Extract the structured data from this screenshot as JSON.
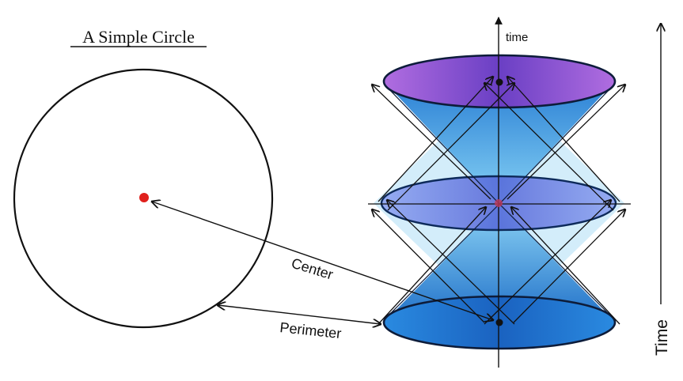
{
  "diagram": {
    "title": "A Simple Circle",
    "labels": {
      "center": "Center",
      "perimeter": "Perimeter",
      "time_axis": "time",
      "time_side": "Time"
    },
    "colors": {
      "ink": "#111111",
      "center_dot": "#e0201c",
      "cone_blue_light": "#8fd0f0",
      "cone_blue": "#2f8fd8",
      "cone_blue_dark": "#1b5fb0",
      "top_rim_violet": "#8a4fd0",
      "middle_rim_blue": "#6f7fe0"
    },
    "icons": {
      "axis_arrowhead": "arrow-up-icon"
    }
  }
}
